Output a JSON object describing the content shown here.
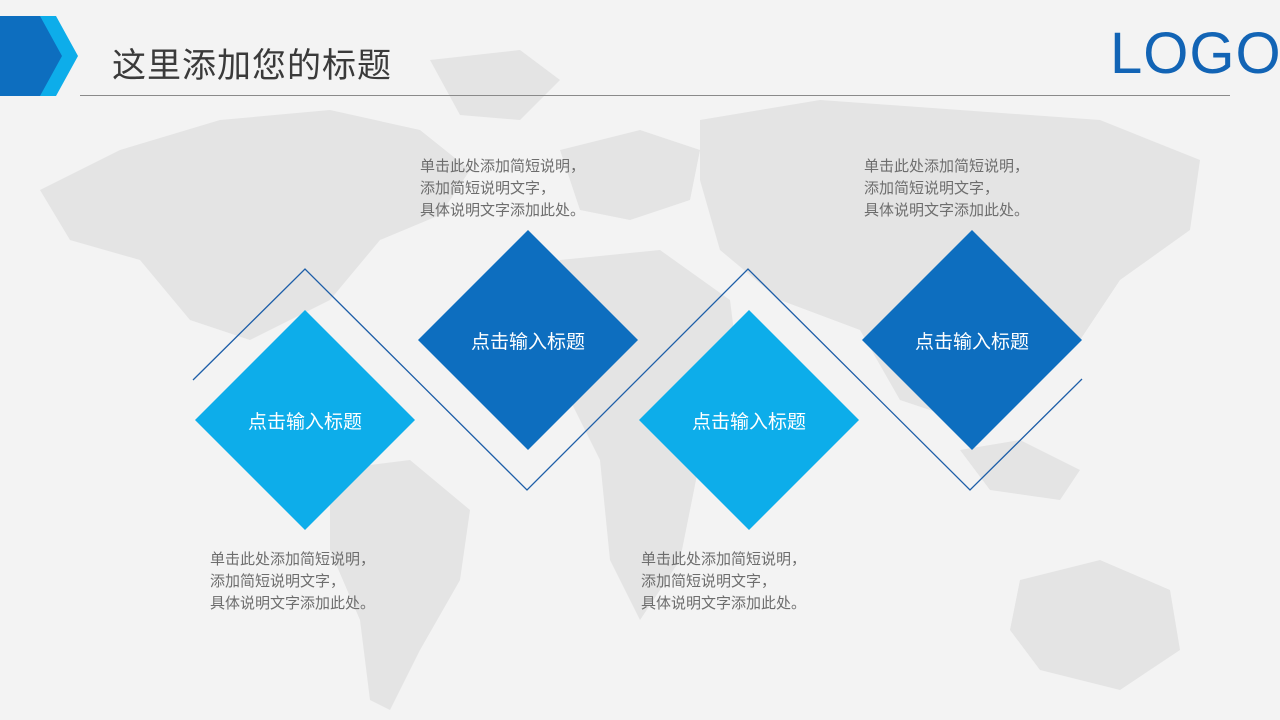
{
  "header": {
    "title": "这里添加您的标题",
    "logo": "LOGO",
    "accent_color": "#0d6ebf",
    "accent_light": "#0dadea"
  },
  "steps": [
    {
      "title": "点击输入标题",
      "style": "light",
      "desc": [
        "单击此处添加简短说明，",
        "添加简短说明文字，",
        "具体说明文字添加此处。"
      ]
    },
    {
      "title": "点击输入标题",
      "style": "dark",
      "desc": [
        "单击此处添加简短说明，",
        "添加简短说明文字，",
        "具体说明文字添加此处。"
      ]
    },
    {
      "title": "点击输入标题",
      "style": "light",
      "desc": [
        "单击此处添加简短说明，",
        "添加简短说明文字，",
        "具体说明文字添加此处。"
      ]
    },
    {
      "title": "点击输入标题",
      "style": "dark",
      "desc": [
        "单击此处添加简短说明，",
        "添加简短说明文字，",
        "具体说明文字添加此处。"
      ]
    }
  ]
}
